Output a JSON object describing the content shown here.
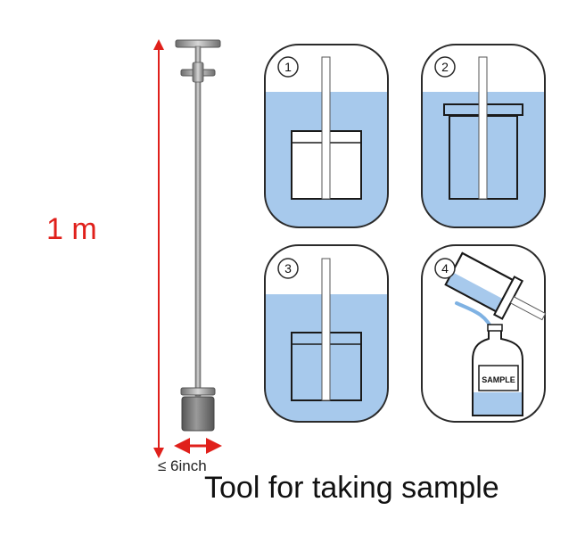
{
  "height_label": "1 m",
  "width_label": "≤ 6inch",
  "caption": "Tool for taking sample",
  "steps": [
    {
      "number": "1"
    },
    {
      "number": "2"
    },
    {
      "number": "3"
    },
    {
      "number": "4"
    }
  ],
  "bottle_label": "SAMPLE",
  "colors": {
    "measure_red": "#e0201b",
    "water_blue": "#a7c9ec",
    "outline": "#2a2a2a",
    "tool_grey": "#8a8a8a"
  }
}
